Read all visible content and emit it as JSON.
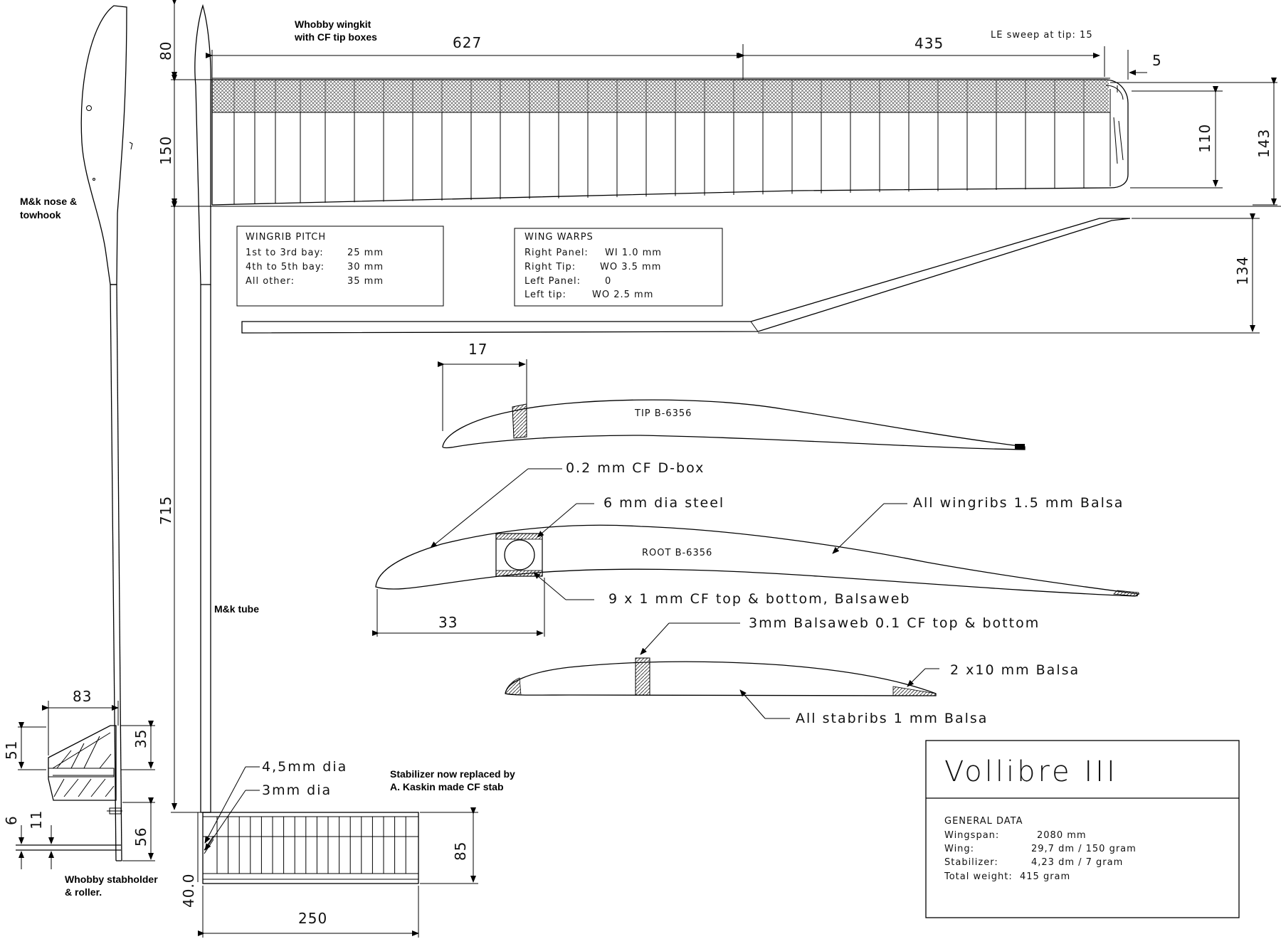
{
  "notes": {
    "wingkit": [
      "Whobby wingkit",
      "with CF tip boxes"
    ],
    "nose": [
      "M&k nose &",
      "towhook"
    ],
    "tube": "M&k tube",
    "stabholder": [
      "Whobby stabholder",
      "& roller."
    ],
    "stab_replaced": [
      "Stabilizer now replaced by",
      "A. Kaskin made CF stab"
    ],
    "le_sweep": "LE sweep at tip: 15"
  },
  "dimensions": {
    "root_panel": "627",
    "tip_panel": "435",
    "tip_offset": "5",
    "tip_chord": "110",
    "root_chord": "143",
    "tip_rise": "134",
    "nose_top": "80",
    "nose_chord": "150",
    "boom": "715",
    "fin_len": "83",
    "fin_h": "51",
    "fin_h2": "35",
    "stab_gap": "6",
    "stab_gap2": "11",
    "stab_h": "56",
    "stab_x": "40.0",
    "stab_span": "250",
    "stab_chord": "85",
    "tip_dbox": "17",
    "root_dbox": "33"
  },
  "wingrib_pitch": {
    "title": "WINGRIB PITCH",
    "rows": [
      {
        "label": "1st to 3rd bay:",
        "value": "25 mm"
      },
      {
        "label": "4th to 5th bay:",
        "value": "30 mm"
      },
      {
        "label": "All other:",
        "value": "35 mm"
      }
    ]
  },
  "wing_warps": {
    "title": "WING WARPS",
    "rows": [
      {
        "label": "Right Panel:",
        "value": "WI 1.0 mm"
      },
      {
        "label": "Right Tip:",
        "value": "WO 3.5 mm"
      },
      {
        "label": "Left Panel:",
        "value": "0"
      },
      {
        "label": "Left tip:",
        "value": "WO 2.5 mm"
      }
    ]
  },
  "airfoils": {
    "tip": "TIP B-6356",
    "root": "ROOT B-6356"
  },
  "callouts": {
    "dbox": "0.2 mm CF D-box",
    "steel": "6 mm dia steel",
    "wingribs": "All wingribs 1.5 mm Balsa",
    "spar": "9 x 1 mm CF top & bottom, Balsaweb",
    "stab_web": "3mm Balsaweb 0.1 CF top & bottom",
    "stab_te": "2 x10 mm Balsa",
    "stabribs": "All stabribs 1 mm Balsa",
    "dia_45": "4,5mm dia",
    "dia_3": "3mm dia"
  },
  "title_block": {
    "title": "Vollibre III",
    "subtitle": "GENERAL DATA",
    "rows": [
      {
        "label": "Wingspan:",
        "value": "2080 mm"
      },
      {
        "label": "Wing:",
        "value": "29,7 dm / 150 gram"
      },
      {
        "label": "Stabilizer:",
        "value": "4,23 dm / 7 gram"
      },
      {
        "label": "Total weight:",
        "value": "415 gram"
      }
    ]
  }
}
